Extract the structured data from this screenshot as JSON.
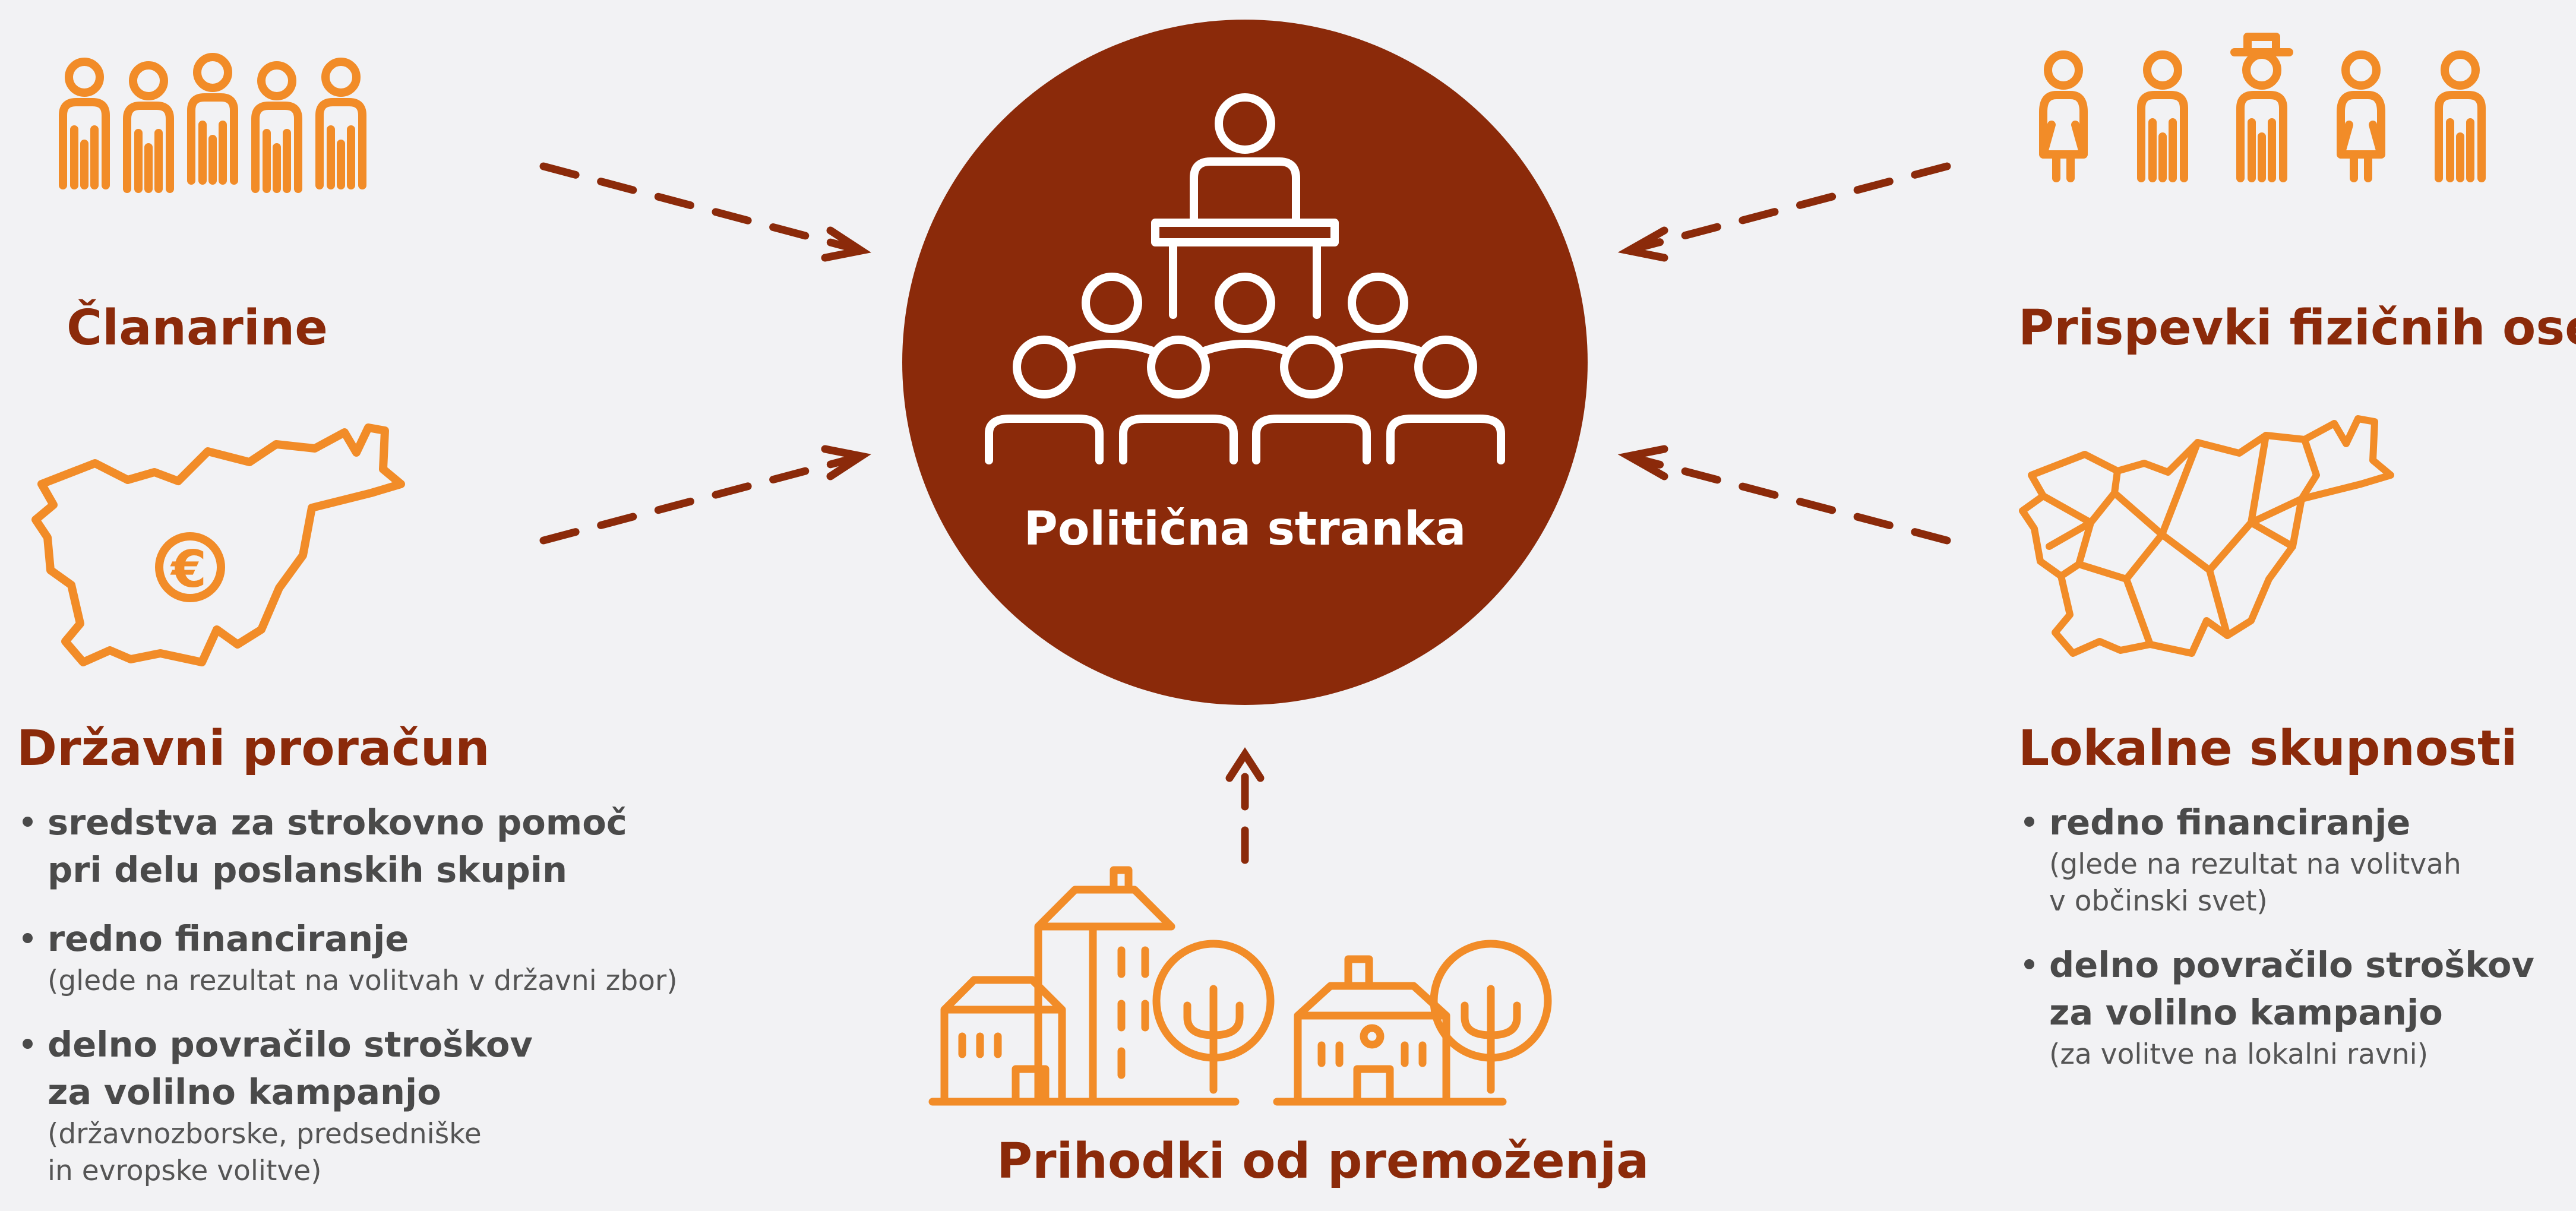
{
  "center": {
    "label": "Politična stranka"
  },
  "sources": {
    "membership": {
      "title": "Članarine"
    },
    "individuals": {
      "title": "Prispevki fizičnih oseb"
    },
    "state_budget": {
      "title": "Državni proračun",
      "items": [
        {
          "title": "sredstva za strokovno pomoč\npri delu poslanskih skupin",
          "note": ""
        },
        {
          "title": "redno financiranje",
          "note": "(glede na rezultat na volitvah v državni zbor)"
        },
        {
          "title": "delno povračilo stroškov\nza volilno kampanjo",
          "note": "(državnozborske, predsedniške\nin evropske volitve)"
        }
      ]
    },
    "local": {
      "title": "Lokalne skupnosti",
      "items": [
        {
          "title": "redno financiranje",
          "note": "(glede na rezultat na volitvah\nv občinski svet)"
        },
        {
          "title": "delno povračilo stroškov\nza volilno kampanjo",
          "note": "(za volitve na lokalni ravni)"
        }
      ]
    },
    "property": {
      "title": "Prihodki od premoženja"
    },
    "euro_symbol": "€"
  },
  "colors": {
    "accent_orange": "#f28c28",
    "dark_brown": "#8b2a0a",
    "background": "#f2f2f4",
    "text_gray": "#4a4a4a"
  },
  "icons": [
    "group-icon",
    "diverse-group-icon",
    "slovenia-map-euro-icon",
    "municipalities-map-icon",
    "buildings-trees-icon",
    "assembly-icon"
  ]
}
